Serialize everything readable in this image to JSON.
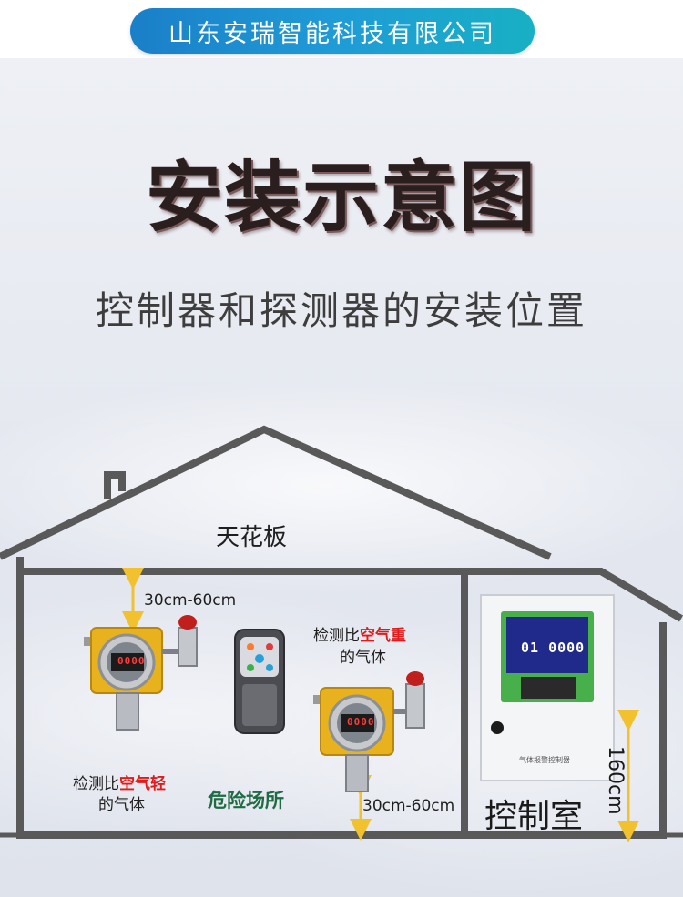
{
  "header": {
    "company": "山东安瑞智能科技有限公司"
  },
  "titles": {
    "main": "安装示意图",
    "subtitle": "控制器和探测器的安装位置"
  },
  "labels": {
    "ceiling": "天花板",
    "gap_top": "30cm-60cm",
    "gap_bottom": "30cm-60cm",
    "heavier_gas_prefix": "检测比",
    "heavier_gas_highlight": "空气重",
    "heavier_gas_suffix": "的气体",
    "lighter_gas_prefix": "检测比",
    "lighter_gas_highlight": "空气轻",
    "lighter_gas_suffix": "的气体",
    "hazard_area": "危险场所",
    "control_room": "控制室",
    "mount_height": "160cm",
    "controller_caption": "气体报警控制器"
  },
  "devices": {
    "detector_readout_1": "0000",
    "detector_readout_2": "0000",
    "controller_readout": "01 0000"
  },
  "colors": {
    "banner_start": "#1a7fc8",
    "banner_end": "#18b0c4",
    "house_outline": "#595959",
    "arrow": "#f2c12e",
    "highlight_red": "#e01b1b",
    "hazard_green": "#1f6b43",
    "detector_body": "#e8b21e",
    "controller_frame": "#48b04a"
  }
}
